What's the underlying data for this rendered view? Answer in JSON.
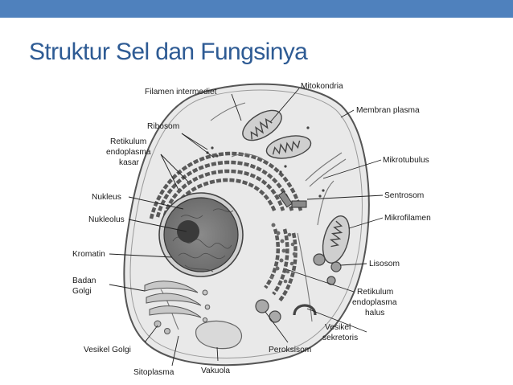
{
  "slide": {
    "title": "Struktur Sel dan Fungsinya",
    "accent_color": "#4f81bd",
    "title_color": "#2e5b94"
  },
  "diagram": {
    "labels": {
      "filamen_intermediet": "Filamen intermediet",
      "mitokondria": "Mitokondria",
      "membran_plasma": "Membran plasma",
      "ribosom": "Ribosom",
      "retikulum_kasar_1": "Retikulum",
      "retikulum_kasar_2": "endoplasma",
      "retikulum_kasar_3": "kasar",
      "mikrotubulus": "Mikrotubulus",
      "nukleus": "Nukleus",
      "sentrosom": "Sentrosom",
      "nukleolus": "Nukleolus",
      "mikrofilamen": "Mikrofilamen",
      "kromatin": "Kromatin",
      "lisosom": "Lisosom",
      "badan_golgi_1": "Badan",
      "badan_golgi_2": "Golgi",
      "retikulum_halus_1": "Retikulum",
      "retikulum_halus_2": "endoplasma",
      "retikulum_halus_3": "halus",
      "vesikel_sekretoris_1": "Vesikel",
      "vesikel_sekretoris_2": "sekretoris",
      "vesikel_golgi": "Vesikel Golgi",
      "peroksisom": "Peroksisom",
      "sitoplasma": "Sitoplasma",
      "vakuola": "Vakuola"
    }
  }
}
